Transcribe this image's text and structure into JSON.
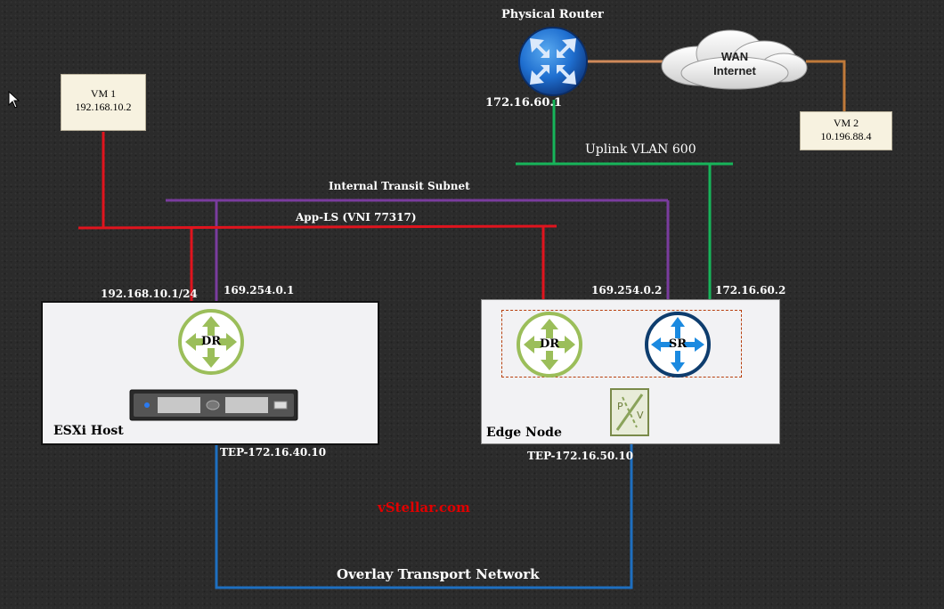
{
  "colors": {
    "app_ls": "#e0141e",
    "transit": "#7a3c9e",
    "uplink": "#17b45a",
    "overlay": "#1e6fc0",
    "wan_link": "#d08a5a",
    "dr": "#9bbe5a",
    "sr": "#1b6fbf"
  },
  "router": {
    "title": "Physical Router",
    "ip": "172.16.60.1",
    "icon": "router-arrows-icon"
  },
  "wan": {
    "line1": "WAN",
    "line2": "Internet",
    "icon": "cloud-icon"
  },
  "vm1": {
    "name": "VM 1",
    "ip": "192.168.10.2"
  },
  "vm2": {
    "name": "VM 2",
    "ip": "10.196.88.4"
  },
  "uplink": {
    "label": "Uplink VLAN 600"
  },
  "transit": {
    "label": "Internal Transit Subnet"
  },
  "app_ls": {
    "label": "App-LS (VNI 77317)"
  },
  "esxi": {
    "title": "ESXi Host",
    "dr_label": "DR",
    "app_ip": "192.168.10.1/24",
    "transit_ip": "169.254.0.1",
    "tep": "TEP-172.16.40.10",
    "server_icon": "server-icon"
  },
  "edge": {
    "title": "Edge Node",
    "dr_label": "DR",
    "sr_label": "SR",
    "transit_ip": "169.254.0.2",
    "uplink_ip": "172.16.60.2",
    "tep": "TEP-172.16.50.10",
    "switch_icon": "pv-switch-icon"
  },
  "watermark": "vStellar.com",
  "overlay": {
    "label": "Overlay Transport Network"
  }
}
